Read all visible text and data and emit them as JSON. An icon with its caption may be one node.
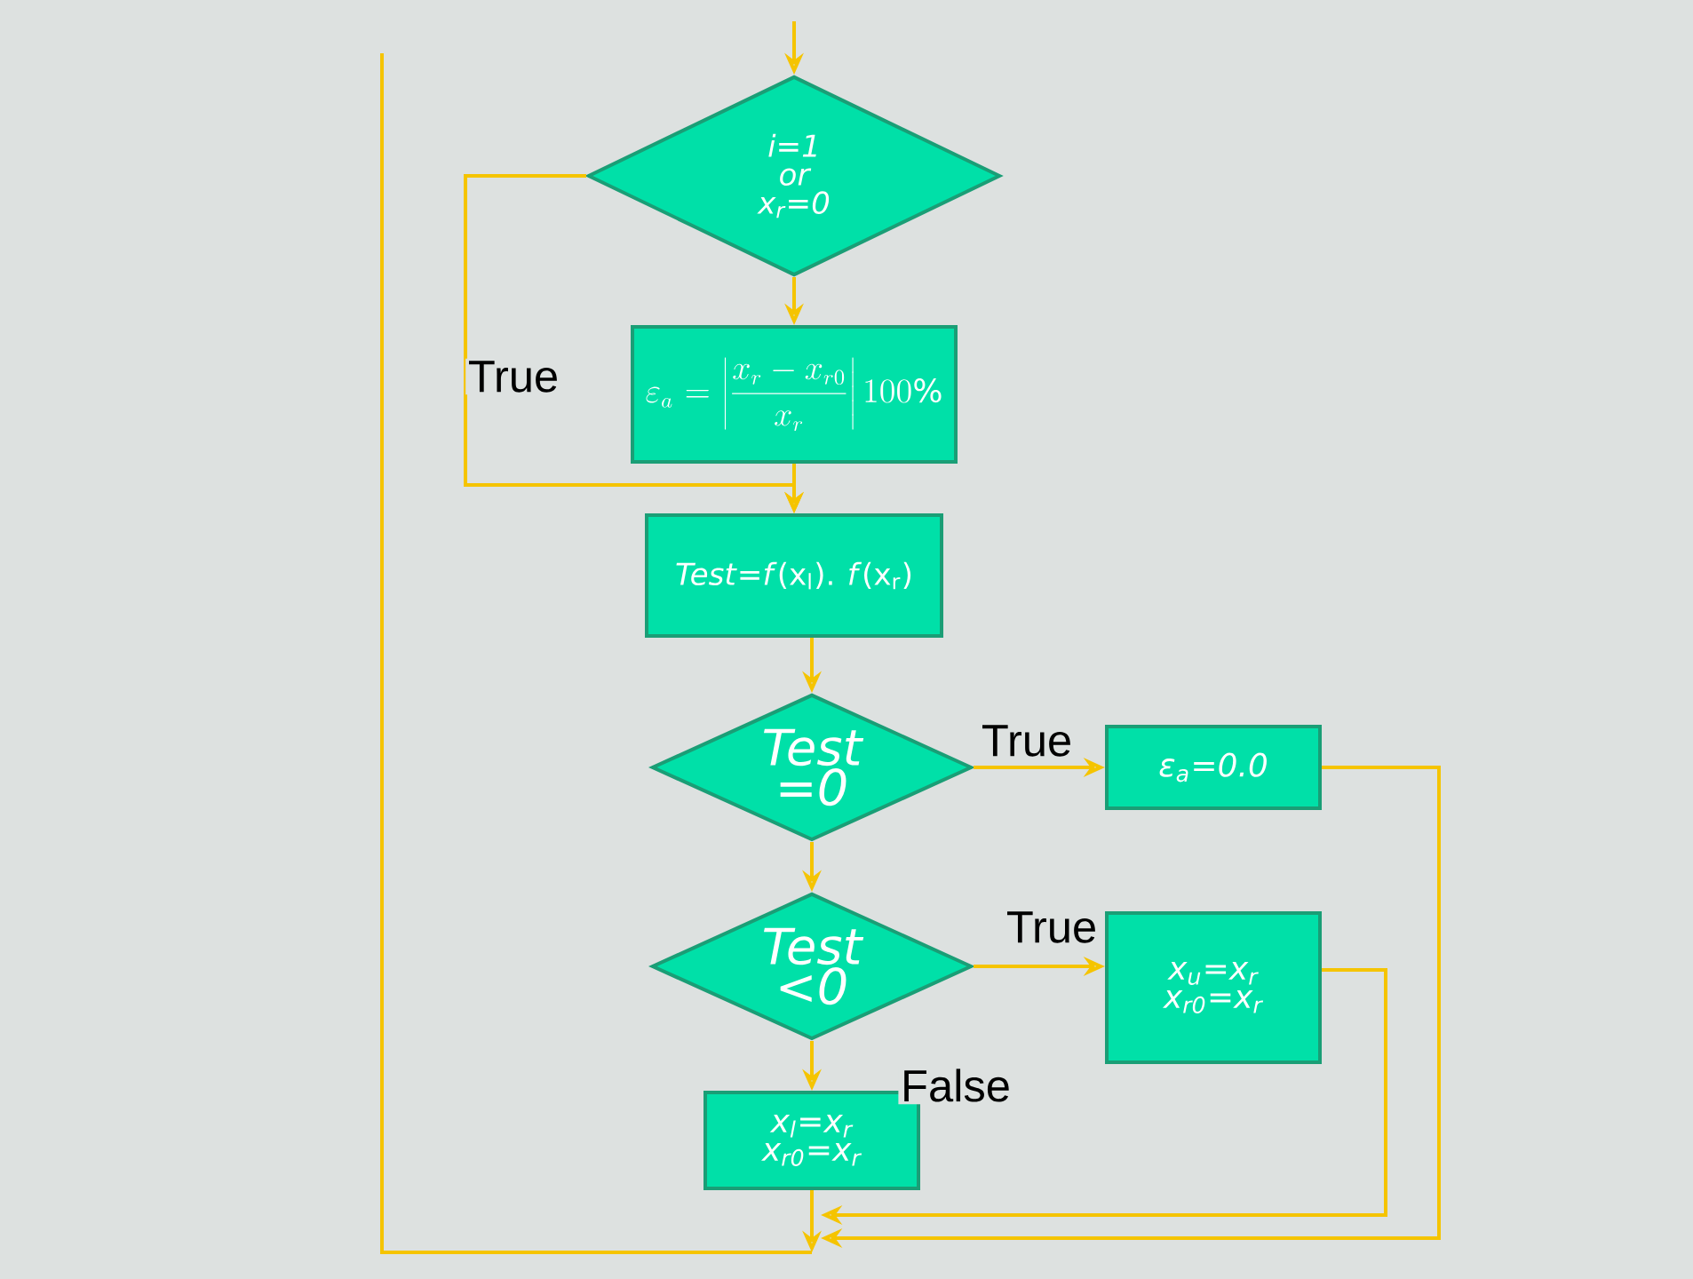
{
  "diagram": {
    "nodes": [
      {
        "text": [
          "i=1 or x$_{r}$=0"
        ]
      },
      {
        "text": [
          "\\varepsilon_a = \\left|\\frac{x_r - x_{r0}}{x_r}\\right| 100\\%"
        ]
      },
      {
        "text": [
          "*Test*=*f*(x$_{l}$). *f*(x$_{r}$)"
        ]
      },
      {
        "text": [
          "Test =0"
        ]
      },
      {
        "text": [
          "Test <0"
        ]
      },
      {
        "text": [
          "ε$_{a}$=0.0"
        ]
      },
      {
        "text": [
          "x$_{u}$=x$_{r}$ x$_{r0}$=x$_{r}$"
        ]
      },
      {
        "text": [
          "x$_{l}$=x$_{r}$ x$_{r0}$=x$_{r}$"
        ]
      }
    ],
    "edges": [
      {
        "from": null,
        "to": 0,
        "arrow": "to"
      },
      {
        "from": 0,
        "to": 2,
        "arrow": "to",
        "label": "True"
      },
      {
        "from": 0,
        "to": 1,
        "arrow": "to"
      },
      {
        "from": 1,
        "to": 2,
        "arrow": "to"
      },
      {
        "from": 2,
        "to": 3,
        "arrow": "to"
      },
      {
        "from": 3,
        "to": 5,
        "arrow": "to",
        "label": "True"
      },
      {
        "from": 3,
        "to": 4,
        "arrow": "to"
      },
      {
        "from": 4,
        "to": 6,
        "arrow": "to",
        "label": "True"
      },
      {
        "from": 4,
        "to": 7,
        "arrow": "to",
        "label": "False"
      },
      {
        "from": 5,
        "to": null,
        "arrow": "to"
      },
      {
        "from": 6,
        "to": null,
        "arrow": "to"
      },
      {
        "from": 7,
        "to": null,
        "arrow": "to"
      }
    ]
  }
}
